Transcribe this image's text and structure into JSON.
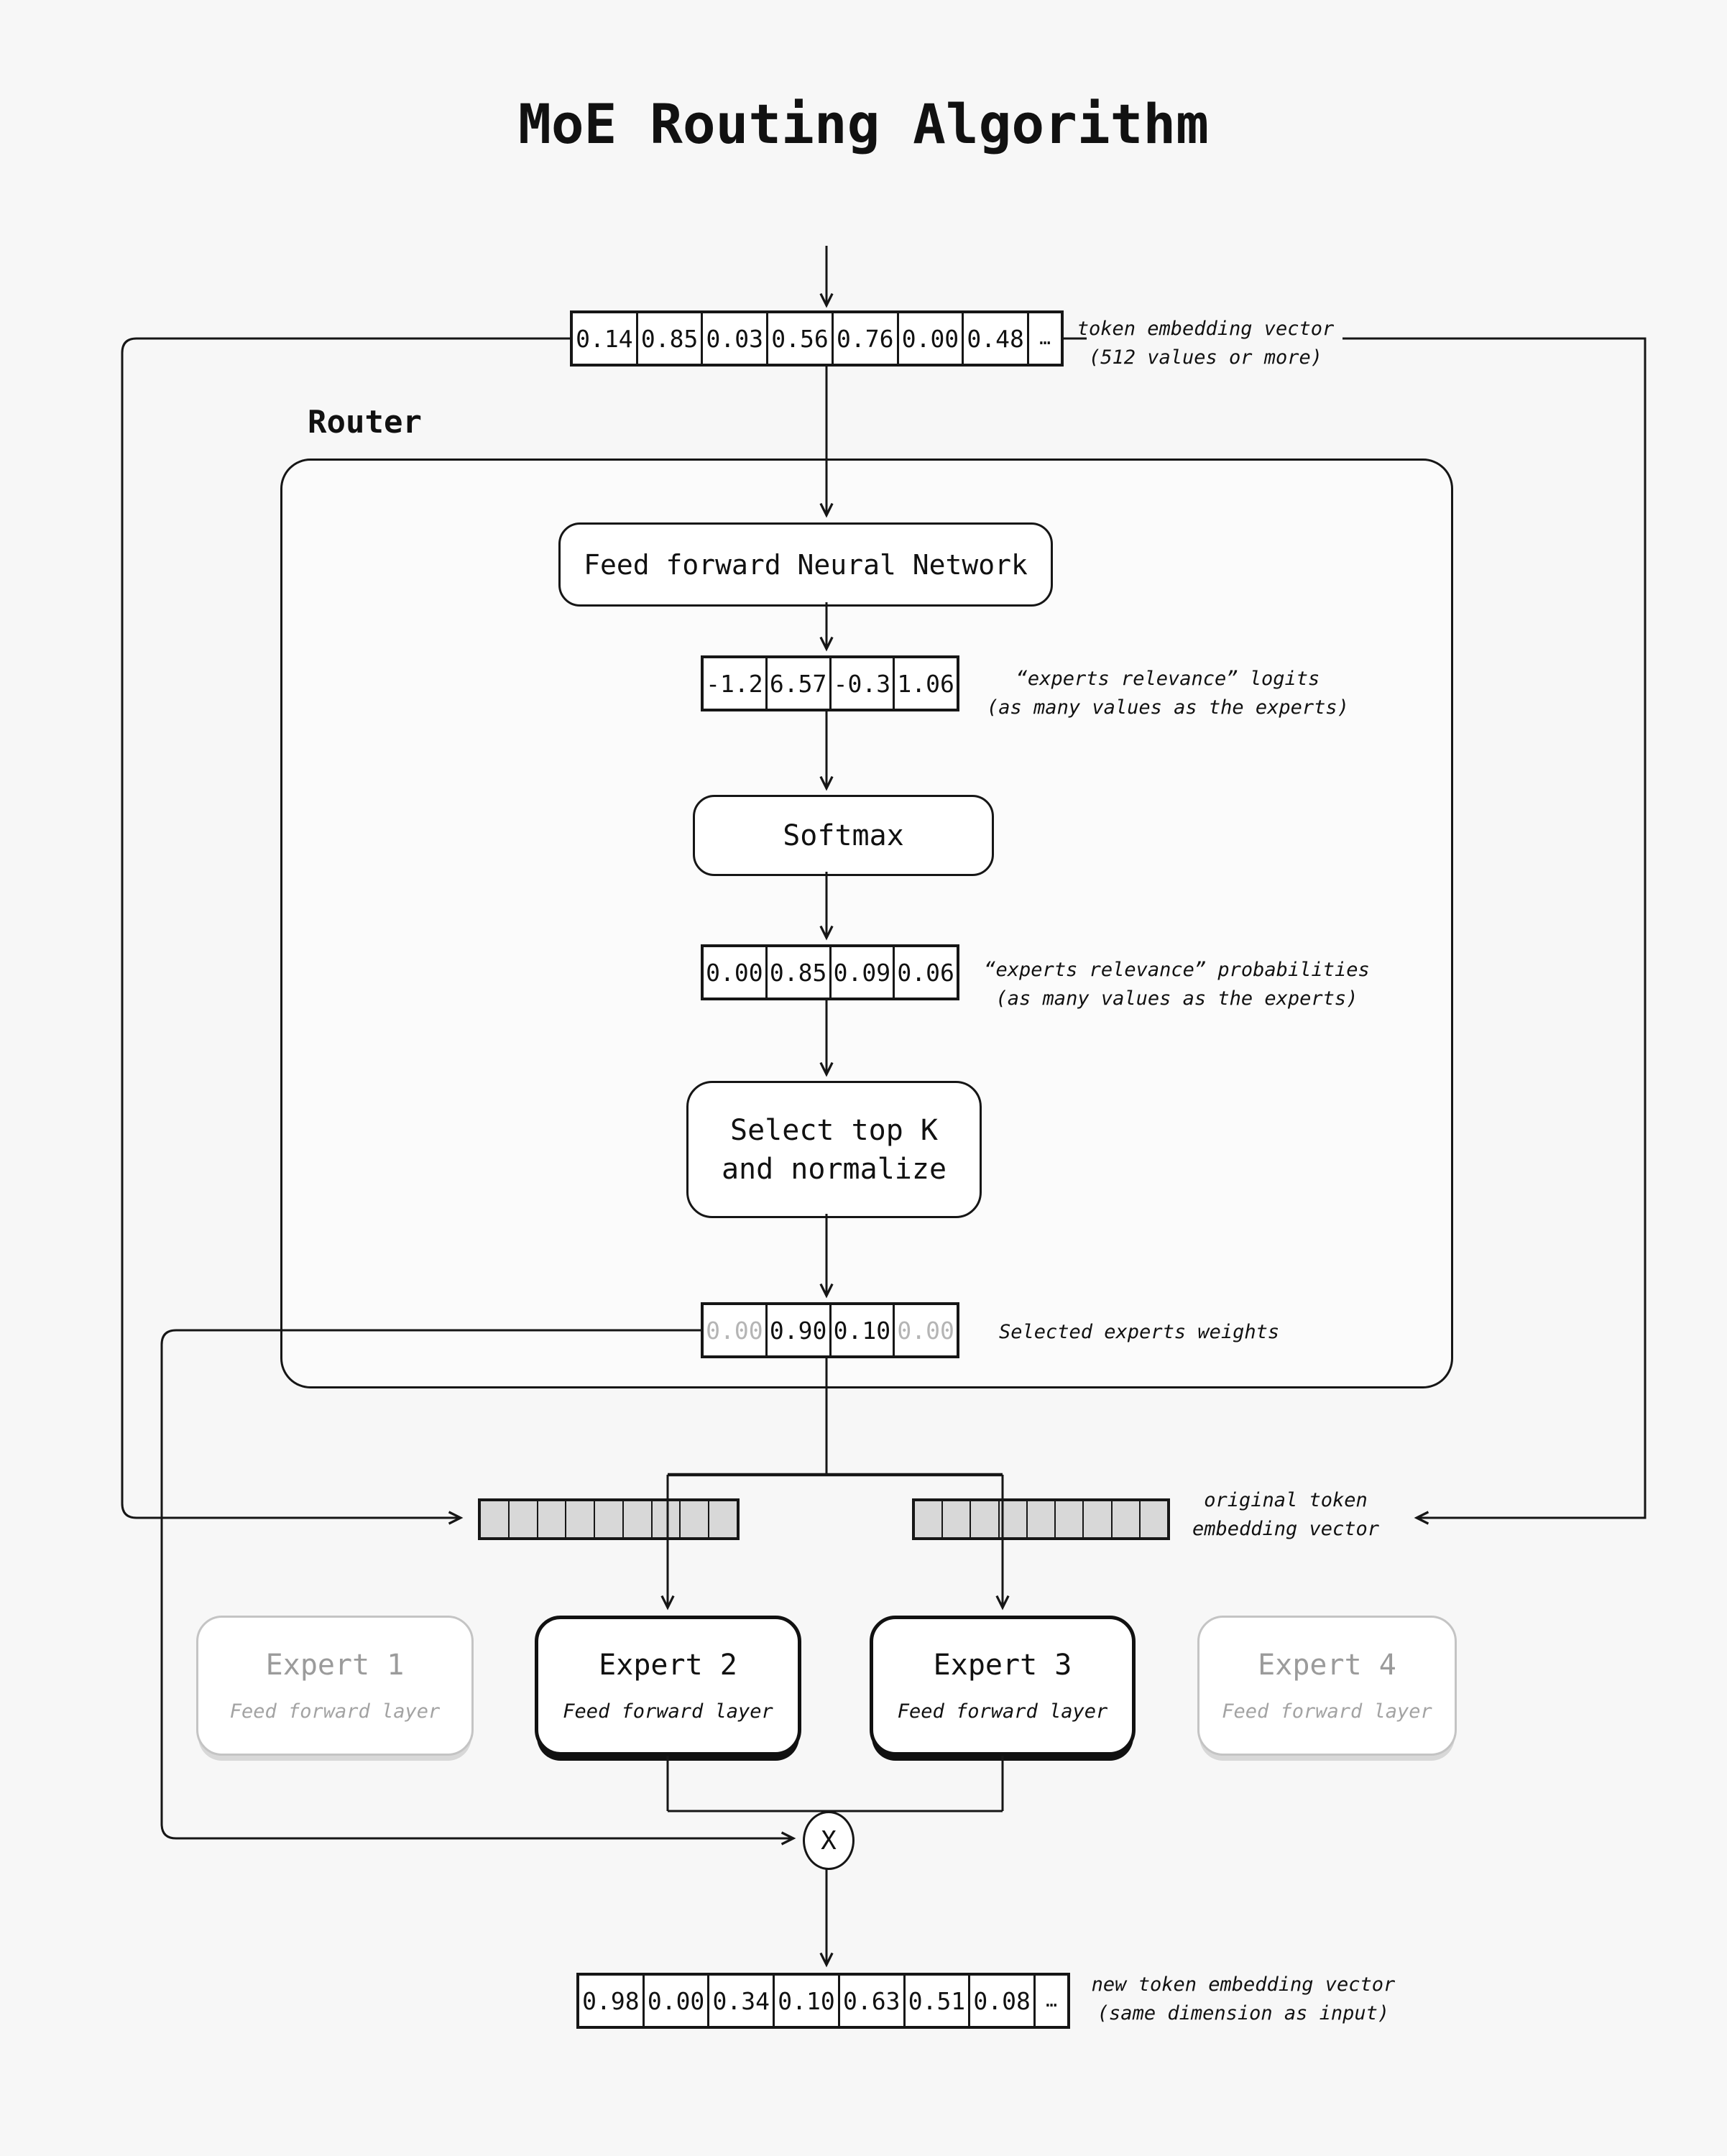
{
  "title": "MoE Routing Algorithm",
  "router": {
    "label": "Router",
    "ffnn": "Feed forward Neural Network",
    "softmax": "Softmax",
    "topk": [
      "Select top K",
      "and normalize"
    ]
  },
  "vectors": {
    "input": [
      "0.14",
      "0.85",
      "0.03",
      "0.56",
      "0.76",
      "0.00",
      "0.48"
    ],
    "input_more": "…",
    "logits": [
      "-1.2",
      "6.57",
      "-0.3",
      "1.06"
    ],
    "probs": [
      "0.00",
      "0.85",
      "0.09",
      "0.06"
    ],
    "weights": [
      "0.00",
      "0.90",
      "0.10",
      "0.00"
    ],
    "output": [
      "0.98",
      "0.00",
      "0.34",
      "0.10",
      "0.63",
      "0.51",
      "0.08"
    ],
    "output_more": "…"
  },
  "annotations": {
    "input": [
      "token embedding vector",
      "(512 values or more)"
    ],
    "logits": [
      "“experts relevance” logits",
      "(as many values as the experts)"
    ],
    "probs": [
      "“experts relevance” probabilities",
      "(as many values as the experts)"
    ],
    "weights": [
      "Selected experts weights"
    ],
    "original": [
      "original token",
      "embedding vector"
    ],
    "output": [
      "new token embedding vector",
      "(same dimension as input)"
    ]
  },
  "experts": [
    {
      "name": "Expert 1",
      "sub": "Feed forward layer",
      "active": false
    },
    {
      "name": "Expert 2",
      "sub": "Feed forward layer",
      "active": true
    },
    {
      "name": "Expert 3",
      "sub": "Feed forward layer",
      "active": true
    },
    {
      "name": "Expert 4",
      "sub": "Feed forward layer",
      "active": false
    }
  ],
  "operator": {
    "multiply": "X"
  },
  "colors": {
    "ink": "#161616",
    "background": "#f7f7f7",
    "strip_fill": "#d8d8d8",
    "dim_value_text": "#b5b5b5",
    "inactive_border": "#c4c4c4",
    "inactive_text": "#9b9b9b"
  }
}
